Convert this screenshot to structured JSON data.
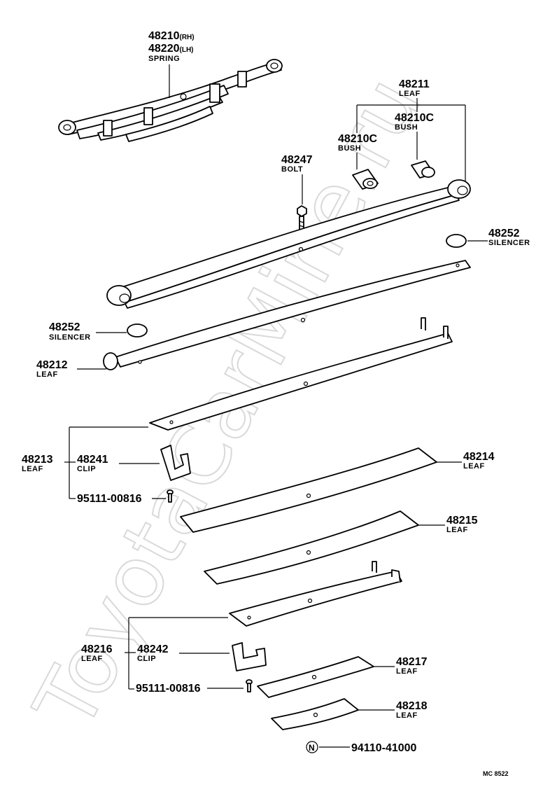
{
  "watermark": "ToyotaCarMine.ru",
  "parts": {
    "spring_assy": {
      "pn_rh": "48210",
      "rh": "(RH)",
      "pn_lh": "48220",
      "lh": "(LH)",
      "name": "SPRING"
    },
    "leaf_48211": {
      "pn": "48211",
      "name": "LEAF"
    },
    "bush_left": {
      "pn": "48210C",
      "name": "BUSH"
    },
    "bush_right": {
      "pn": "48210C",
      "name": "BUSH"
    },
    "bolt": {
      "pn": "48247",
      "name": "BOLT"
    },
    "silencer_right": {
      "pn": "48252",
      "name": "SILENCER"
    },
    "silencer_left": {
      "pn": "48252",
      "name": "SILENCER"
    },
    "leaf_48212": {
      "pn": "48212",
      "name": "LEAF"
    },
    "leaf_48213": {
      "pn": "48213",
      "name": "LEAF"
    },
    "clip_48241": {
      "pn": "48241",
      "name": "CLIP"
    },
    "rivet_1": {
      "pn": "95111-00816"
    },
    "leaf_48214": {
      "pn": "48214",
      "name": "LEAF"
    },
    "leaf_48215": {
      "pn": "48215",
      "name": "LEAF"
    },
    "leaf_48216": {
      "pn": "48216",
      "name": "LEAF"
    },
    "clip_48242": {
      "pn": "48242",
      "name": "CLIP"
    },
    "rivet_2": {
      "pn": "95111-00816"
    },
    "leaf_48217": {
      "pn": "48217",
      "name": "LEAF"
    },
    "leaf_48218": {
      "pn": "48218",
      "name": "LEAF"
    },
    "nut": {
      "symbol": "N",
      "pn": "94110-41000"
    }
  },
  "diagram_code": "MC 8522"
}
